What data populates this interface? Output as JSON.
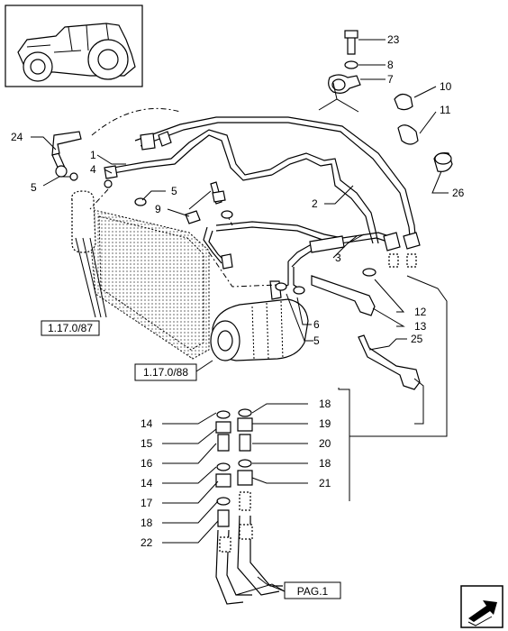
{
  "callouts": [
    {
      "id": "c23",
      "text": "23"
    },
    {
      "id": "c8",
      "text": "8"
    },
    {
      "id": "c7",
      "text": "7"
    },
    {
      "id": "c10",
      "text": "10"
    },
    {
      "id": "c11",
      "text": "11"
    },
    {
      "id": "c24",
      "text": "24"
    },
    {
      "id": "c1",
      "text": "1"
    },
    {
      "id": "c4",
      "text": "4"
    },
    {
      "id": "c5a",
      "text": "5"
    },
    {
      "id": "c5b",
      "text": "5"
    },
    {
      "id": "c9",
      "text": "9"
    },
    {
      "id": "c2",
      "text": "2"
    },
    {
      "id": "c26",
      "text": "26"
    },
    {
      "id": "c3",
      "text": "3"
    },
    {
      "id": "c12",
      "text": "12"
    },
    {
      "id": "c13",
      "text": "13"
    },
    {
      "id": "c6",
      "text": "6"
    },
    {
      "id": "c5c",
      "text": "5"
    },
    {
      "id": "c25",
      "text": "25"
    },
    {
      "id": "c18a",
      "text": "18"
    },
    {
      "id": "c19",
      "text": "19"
    },
    {
      "id": "c20",
      "text": "20"
    },
    {
      "id": "c18b",
      "text": "18"
    },
    {
      "id": "c21",
      "text": "21"
    },
    {
      "id": "c14a",
      "text": "14"
    },
    {
      "id": "c15",
      "text": "15"
    },
    {
      "id": "c16",
      "text": "16"
    },
    {
      "id": "c14b",
      "text": "14"
    },
    {
      "id": "c17",
      "text": "17"
    },
    {
      "id": "c18c",
      "text": "18"
    },
    {
      "id": "c22",
      "text": "22"
    }
  ],
  "references": {
    "ref_condenser": "1.17.0/87",
    "ref_compressor": "1.17.0/88",
    "ref_page": "PAG.1"
  },
  "colors": {
    "line": "#000000",
    "background": "#ffffff"
  },
  "icons": {
    "thumbnail": "tractor-icon",
    "nav": "next-page-arrow-icon"
  }
}
